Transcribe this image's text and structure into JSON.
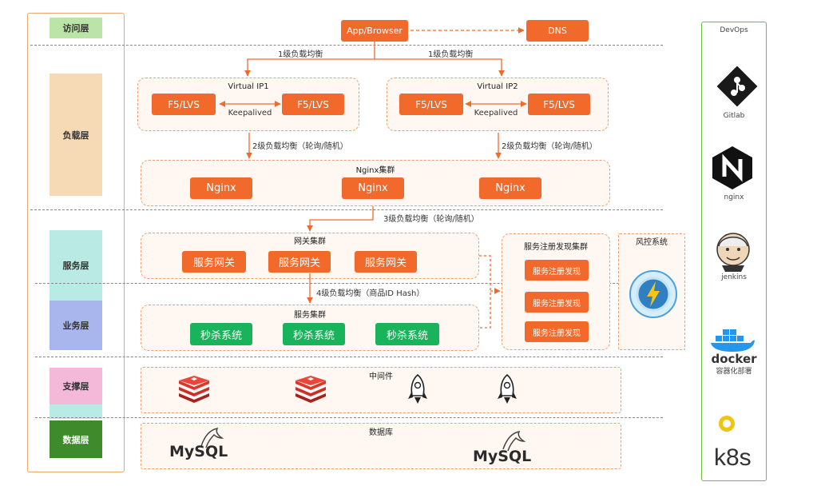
{
  "layers": [
    {
      "label": "访问层",
      "color": "#bde4a8"
    },
    {
      "label": "负载层",
      "color": "#f6d9b5"
    },
    {
      "label": "服务层",
      "color": "#b9ebe4"
    },
    {
      "label": "业务层",
      "color": "#a9b6ee"
    },
    {
      "label": "支撑层",
      "color": "#f4b8d9"
    },
    {
      "label": "数据层",
      "color": "#3f8a2b"
    }
  ],
  "access": {
    "app": "App/Browser",
    "dns": "DNS"
  },
  "edges": {
    "lb1_left": "1级负载均衡",
    "lb1_right": "1级负载均衡",
    "lb2_left": "2级负载均衡（轮询/随机）",
    "lb2_right": "2级负载均衡（轮询/随机）",
    "lb3": "3级负载均衡（轮询/随机）",
    "lb4": "4级负载均衡（商品ID Hash）"
  },
  "vip1": {
    "title": "Virtual IP1",
    "left": "F5/LVS",
    "right": "F5/LVS",
    "keepalived": "Keepalived"
  },
  "vip2": {
    "title": "Virtual IP2",
    "left": "F5/LVS",
    "right": "F5/LVS",
    "keepalived": "Keepalived"
  },
  "nginx_cluster": {
    "title": "Nginx集群",
    "nodes": [
      "Nginx",
      "Nginx",
      "Nginx"
    ]
  },
  "gateway_cluster": {
    "title": "网关集群",
    "nodes": [
      "服务网关",
      "服务网关",
      "服务网关"
    ]
  },
  "service_cluster": {
    "title": "服务集群",
    "nodes": [
      "秒杀系统",
      "秒杀系统",
      "秒杀系统"
    ]
  },
  "registry": {
    "title": "服务注册发现集群",
    "nodes": [
      "服务注册发现",
      "服务注册发现",
      "服务注册发现"
    ]
  },
  "risk": {
    "title": "风控系统"
  },
  "middleware": {
    "title": "中间件",
    "icons": [
      "redis-icon",
      "redis-icon",
      "rocketmq-icon",
      "rocketmq-icon"
    ]
  },
  "database": {
    "title": "数据库",
    "nodes": [
      "MySQL",
      "MySQL"
    ]
  },
  "devops": {
    "title": "DevOps",
    "tools": [
      {
        "label": "Gitlab",
        "icon": "gitlab-icon"
      },
      {
        "label": "nginx",
        "icon": "nginx-icon"
      },
      {
        "label": "jenkins",
        "icon": "jenkins-icon"
      },
      {
        "label": "容器化部署",
        "icon": "docker-icon",
        "wordmark": "docker"
      },
      {
        "label": "k8s",
        "icon": "k8s-icon"
      }
    ]
  },
  "colors": {
    "orange": "#f26a2b",
    "green": "#18b35a",
    "cluster_border": "#f0a070",
    "devops_border": "#67c23a"
  }
}
